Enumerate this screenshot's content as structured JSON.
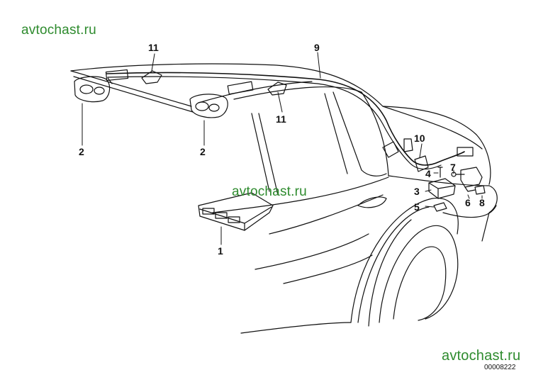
{
  "watermarks": [
    "avtochast.ru",
    "avtochast.ru",
    "avtochast.ru"
  ],
  "diagram_code": "00008222",
  "callouts": [
    "1",
    "2",
    "2",
    "3",
    "4",
    "5",
    "6",
    "7",
    "8",
    "9",
    "10",
    "11",
    "11"
  ],
  "colors": {
    "line": "#111111",
    "watermark": "#2e8b2e",
    "background": "#ffffff"
  }
}
